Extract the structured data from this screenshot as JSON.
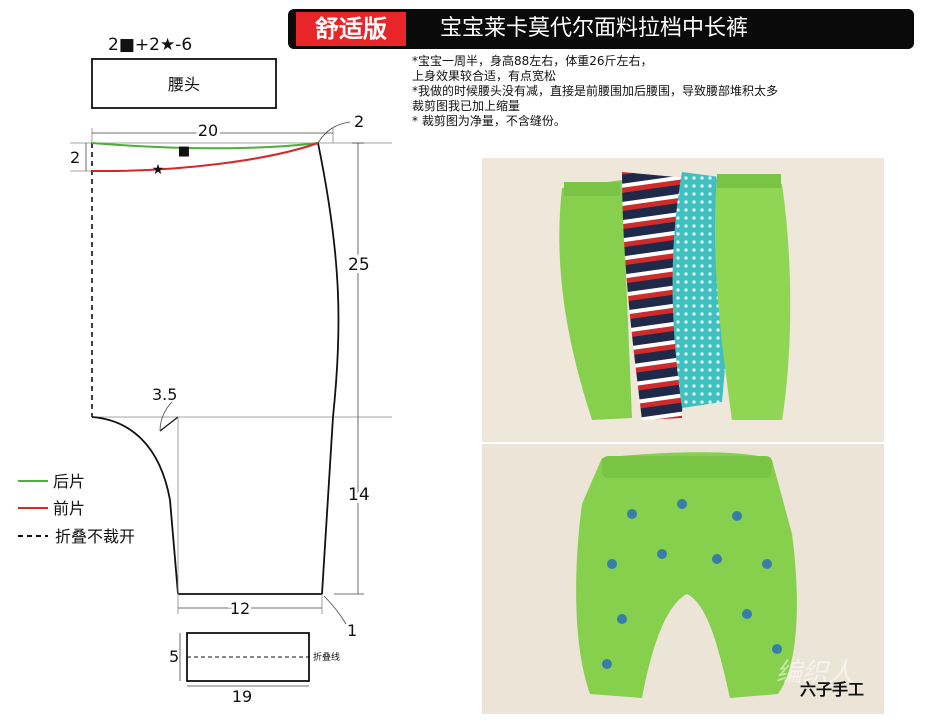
{
  "banner": {
    "tag": "舒适版",
    "title": "宝宝莱卡莫代尔面料拉档中长裤"
  },
  "notes": [
    "*宝宝一周半，身高88左右，体重26斤左右，",
    "  上身效果较合适，有点宽松",
    "*我做的时候腰头没有减，直接是前腰围加后腰围，导致腰部堆积太多",
    "  裁剪图我已加上缩量",
    "* 裁剪图为净量，不含缝份。"
  ],
  "pattern": {
    "waistband_formula": "2■+2★-6",
    "waistband_label": "腰头",
    "dim_width_top": "20",
    "dim_top_right": "2",
    "dim_left_2": "2",
    "dim_height_25": "25",
    "dim_crotch": "3.5",
    "dim_height_14": "14",
    "dim_bottom_width": "12",
    "dim_bottom_right": "1",
    "cuff_height": "5",
    "cuff_width": "19",
    "cuff_fold_label": "折叠线",
    "symbol_square": "■",
    "symbol_star": "★"
  },
  "legend": [
    {
      "label": "后片",
      "color": "#4caf38",
      "style": "solid"
    },
    {
      "label": "前片",
      "color": "#d62828",
      "style": "solid"
    },
    {
      "label": "折叠不裁开",
      "color": "#111111",
      "style": "dashed"
    }
  ],
  "photos": {
    "pant_colors": [
      "#86d04e",
      "#cf2b2b",
      "#3fbfbf",
      "#8fd655"
    ],
    "stripe_color": "#1f2a4a",
    "waistband_color": "#79c444"
  },
  "signature": "六子手工",
  "watermark": "编织人"
}
